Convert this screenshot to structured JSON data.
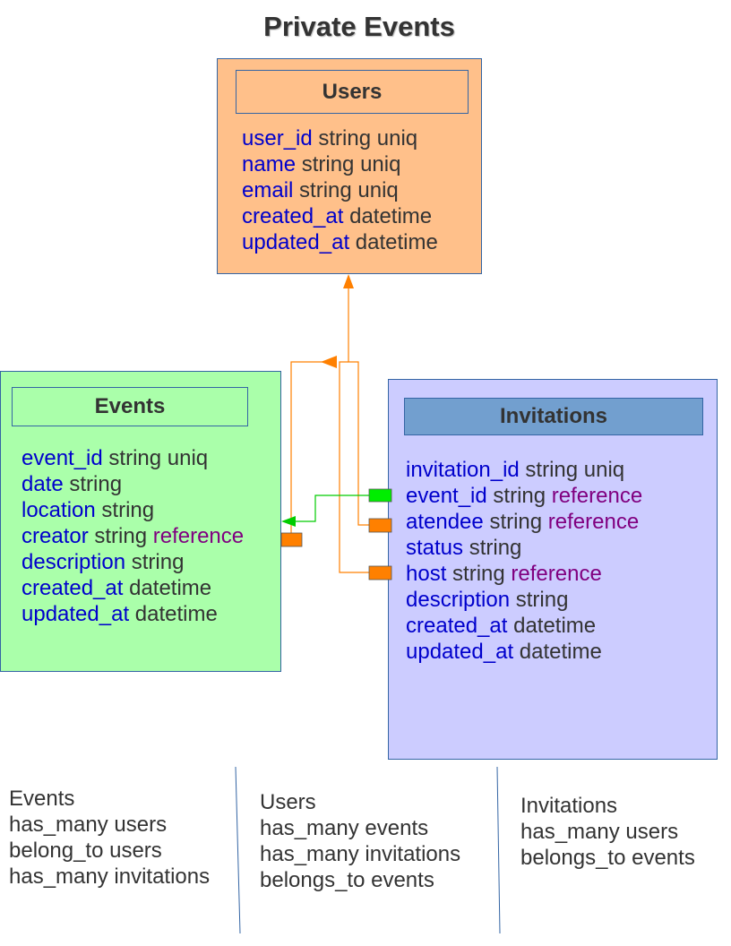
{
  "title": "Private Events",
  "colors": {
    "users_fill": "#ffc08a",
    "events_fill": "#aaffaa",
    "invitations_fill": "#ccccff",
    "invitations_header": "#729fcf",
    "border": "#3465a4",
    "field_name": "#0000cc",
    "reference": "#800080",
    "connector_orange": "#ff8000",
    "connector_green": "#00cc00"
  },
  "entities": {
    "users": {
      "name": "Users",
      "fields": [
        {
          "name": "user_id",
          "type": "string uniq",
          "extra": ""
        },
        {
          "name": "name",
          "type": "string uniq",
          "extra": ""
        },
        {
          "name": "email",
          "type": "string uniq",
          "extra": ""
        },
        {
          "name": "created_at",
          "type": "datetime",
          "extra": ""
        },
        {
          "name": "updated_at",
          "type": "datetime",
          "extra": ""
        }
      ]
    },
    "events": {
      "name": "Events",
      "fields": [
        {
          "name": "event_id",
          "type": "string uniq",
          "extra": ""
        },
        {
          "name": "date",
          "type": "string",
          "extra": ""
        },
        {
          "name": "location",
          "type": "string",
          "extra": ""
        },
        {
          "name": "creator",
          "type": "string",
          "extra": "reference"
        },
        {
          "name": "description",
          "type": "string",
          "extra": ""
        },
        {
          "name": "created_at",
          "type": "datetime",
          "extra": ""
        },
        {
          "name": "updated_at",
          "type": "datetime",
          "extra": ""
        }
      ]
    },
    "invitations": {
      "name": "Invitations",
      "fields": [
        {
          "name": "invitation_id",
          "type": "string uniq",
          "extra": ""
        },
        {
          "name": "event_id",
          "type": "string",
          "extra": "reference"
        },
        {
          "name": "atendee",
          "type": "string",
          "extra": "reference"
        },
        {
          "name": "status",
          "type": "string",
          "extra": ""
        },
        {
          "name": "host",
          "type": "string",
          "extra": "reference"
        },
        {
          "name": "description",
          "type": "string",
          "extra": ""
        },
        {
          "name": "created_at",
          "type": "datetime",
          "extra": ""
        },
        {
          "name": "updated_at",
          "type": "datetime",
          "extra": ""
        }
      ]
    }
  },
  "relations": {
    "events": [
      "Events",
      "has_many users",
      "belong_to users",
      "has_many invitations"
    ],
    "users": [
      "Users",
      "has_many events",
      "has_many invitations",
      "belongs_to events"
    ],
    "invitations": [
      "Invitations",
      "has_many users",
      "belongs_to events"
    ]
  }
}
